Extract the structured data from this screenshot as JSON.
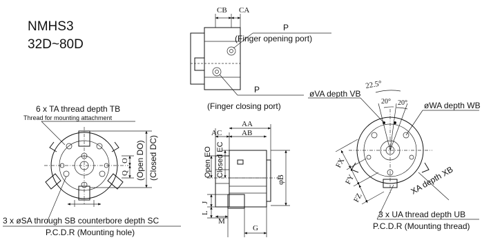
{
  "header": {
    "model": "NMHS3",
    "sizes": "32D~80D"
  },
  "labels": {
    "ta_thread": "6 x TA thread depth TB",
    "ta_note": "Thread for mounting attachment",
    "open_do": "(Open DO)",
    "closed_dc": "(Closed DC)",
    "sa_counterbore": "3 x øSA through SB counterbore depth SC",
    "pcd_hole": "P.C.D.R (Mounting hole)",
    "o": "O",
    "q": "Q",
    "cb": "CB",
    "ca": "CA",
    "p1": "P",
    "opening_port": "(Finger opening port)",
    "p2": "P",
    "closing_port": "(Finger closing port)",
    "aa": "AA",
    "ac": "AC",
    "ab": "AB",
    "open_eo": "Open EO",
    "closed_ec": "Closed EC",
    "phib": "φB",
    "j": "J",
    "l": "L",
    "m": "M",
    "g": "G",
    "va_depth": "øVA depth VB",
    "ang1": "22.5°",
    "ang2": "20°",
    "ang3": "20°",
    "wa_depth": "øWA depth WB",
    "fx": "FX",
    "fy": "FY",
    "fz": "FZ",
    "xa_depth": "XA depth XB",
    "ua_thread": "3 x UA thread depth UB",
    "pcd_thread": "P.C.D.R (Mounting thread)"
  }
}
